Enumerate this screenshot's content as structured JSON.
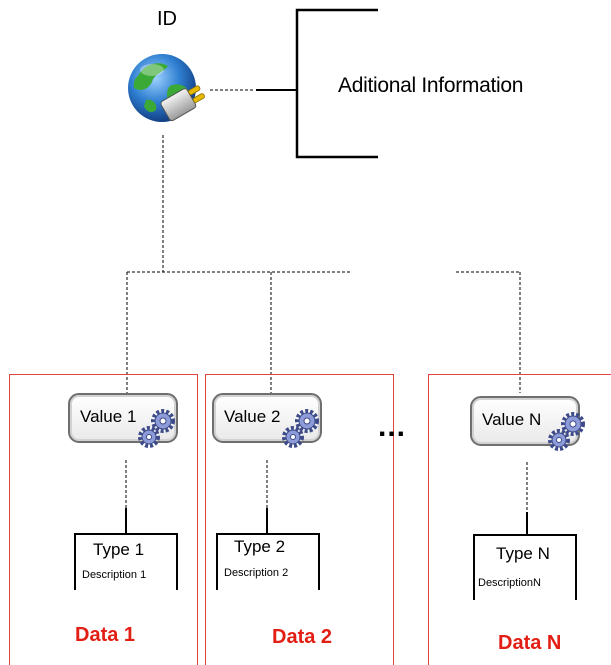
{
  "root": {
    "id_label": "ID",
    "info_label": "Aditional Information"
  },
  "ellipsis": "...",
  "items": [
    {
      "value": "Value 1",
      "type": "Type 1",
      "description": "Description 1",
      "data_label": "Data 1"
    },
    {
      "value": "Value 2",
      "type": "Type 2",
      "description": "Description 2",
      "data_label": "Data 2"
    },
    {
      "value": "Value N",
      "type": "Type N",
      "description": "DescriptionN",
      "data_label": "Data N"
    }
  ],
  "colors": {
    "box_border": "#e0453f",
    "data_label": "#e31e14",
    "globe": "#2f7fd1",
    "land": "#3aa935",
    "plug": "#e6b800"
  },
  "icons": {
    "root": "globe-plug-icon",
    "value": "gears-icon"
  }
}
